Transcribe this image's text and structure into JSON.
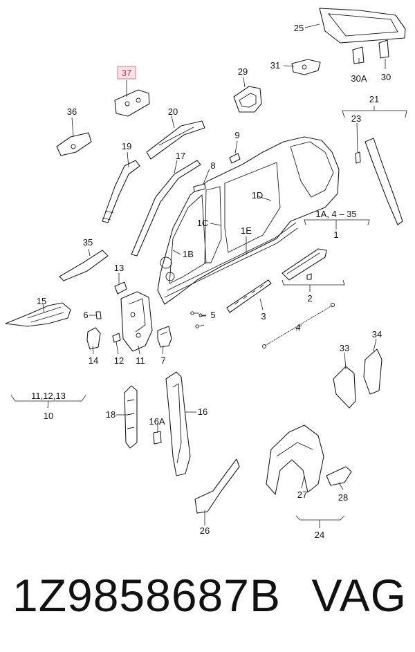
{
  "callouts": {
    "c1": "1",
    "c1A": "1A, 4 – 35",
    "c1B": "1B",
    "c1C": "1C",
    "c1D": "1D",
    "c1E": "1E",
    "c2": "2",
    "c3": "3",
    "c4": "4",
    "c5": "5",
    "c6": "6",
    "c7": "7",
    "c8": "8",
    "c9": "9",
    "c10": "10",
    "c10sub": "11,12,13",
    "c11": "11",
    "c12": "12",
    "c13": "13",
    "c14": "14",
    "c15": "15",
    "c16": "16",
    "c16A": "16A",
    "c17": "17",
    "c18": "18",
    "c19": "19",
    "c20": "20",
    "c21": "21",
    "c23": "23",
    "c24": "24",
    "c25": "25",
    "c26": "26",
    "c27": "27",
    "c28": "28",
    "c29": "29",
    "c30": "30",
    "c30A": "30A",
    "c31": "31",
    "c33": "33",
    "c34": "34",
    "c35": "35",
    "c36": "36",
    "c37": "37"
  },
  "highlight": {
    "callout": "37",
    "fill": "#fde3e5",
    "border": "#e07a84",
    "text": "#c23a46"
  },
  "footer": {
    "part_number": "1Z9858687B",
    "brand": "VAG"
  }
}
